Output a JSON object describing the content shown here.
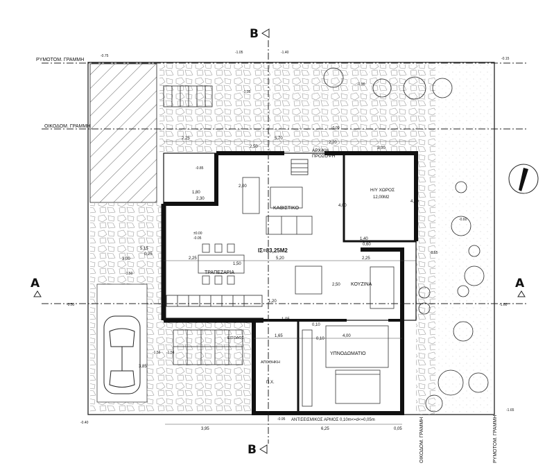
{
  "section_marks": {
    "b_top": "B",
    "b_bottom": "B",
    "a_left": "A",
    "a_right": "A"
  },
  "lines": {
    "building_line_left": "ΡΥΜΟΤΟΜ. ΓΡΑΜΜΗ",
    "setback_line_left": "ΟΙΚΟΔΟΜ. ΓΡΑΜΜΗ",
    "setback_line_bottom": "ΟΙΚΟΔΟΜ. ΓΡΑΜΜΗ",
    "building_line_right": "ΡΥΜΟΤΟΜ. ΓΡΑΜΜΗ"
  },
  "rooms": {
    "living": "ΚΑΘΙΣΤΙΚΟ",
    "dining": "ΤΡΑΠΕΖΑΡΙΑ",
    "kitchen": "ΚΟΥΖΙΝΑ",
    "bedroom": "ΥΠΝΟΔΩΜΑΤΙΟ",
    "storage": "ΑΠΟΘΗΚΗ",
    "entrance": "ΕΙΣΟΔΟΣ",
    "wc": "Π.Χ.",
    "electric_room": "Η/Υ ΧΩΡΟΣ",
    "electric_room_area": "12,00Μ2",
    "main_entry": "ΑΡΧ/ΚΗ",
    "main_entry_2": "ΠΡΟΣΟΨΗ",
    "floor_area": "ΙΣ=83,25Μ2",
    "seismic_joint": "ΑΝΤΙΣΕΙΣΜΙΚΟΣ ΑΡΜΟΣ 0,10m<=d<=0,05m"
  },
  "levels": {
    "l1": "-0.75",
    "l2": "-1.05",
    "l3": "-1.40",
    "l4": "-0.15",
    "l5": "-0.90",
    "l6": "-1.05",
    "l7": "-0.05",
    "l8": "-0.85",
    "l9": "±0.00",
    "l10": "-0.05",
    "l11": "-0.60",
    "l12": "-0.65",
    "l13": "-1.50",
    "l14": "-0.50",
    "l15": "-1.60",
    "l16": "-1.56",
    "l17": "-0.40",
    "l18": "-0.95",
    "l19": "-1.65",
    "l20": "-1.56"
  },
  "dims": {
    "d_225_top": "2,25",
    "d_570": "5,70",
    "d_220": "2,20",
    "d_300": "3,00",
    "d_200": "2,00",
    "d_400": "4,00",
    "d_400b": "4,00",
    "d_025": "0,25",
    "d_300b": "3,00",
    "d_225b": "2,25",
    "d_520": "5,20",
    "d_225c": "2,25",
    "d_150": "1,50",
    "d_250": "2,50",
    "d_165": "1,65",
    "d_010": "0,10",
    "d_400c": "4,00",
    "d_395": "3,95",
    "d_625": "6,25",
    "d_005": "0,05",
    "d_515": "5,15",
    "d_385": "3,85",
    "d_120": "1,20",
    "d_010b": "0,10",
    "d_105": "1,05",
    "d_140": "1,40",
    "d_060": "0,60",
    "d_180": "1,80",
    "d_230": "2,30",
    "d_250b": "2,50"
  }
}
